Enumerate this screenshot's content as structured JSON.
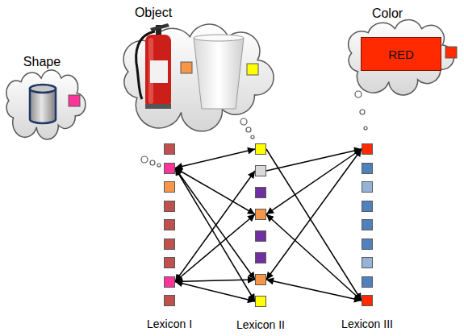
{
  "diagram": {
    "nodes": [
      {
        "text": [
          "Shape"
        ]
      },
      {
        "text": [
          "Object"
        ]
      },
      {
        "text": [
          "Color"
        ]
      },
      {
        "text": [
          "RED"
        ],
        "in": 2
      },
      {
        "text": [
          "Lexicon I"
        ]
      },
      {
        "text": [
          "Lexicon II"
        ]
      },
      {
        "text": [
          "Lexicon III"
        ]
      }
    ],
    "edges": [
      {
        "from": 4,
        "to": 5,
        "arrow": "both"
      },
      {
        "from": 4,
        "to": 5,
        "arrow": "both"
      },
      {
        "from": 4,
        "to": 5,
        "arrow": "both"
      },
      {
        "from": 4,
        "to": 5,
        "arrow": "both"
      },
      {
        "from": 4,
        "to": 5,
        "arrow": "both"
      },
      {
        "from": 4,
        "to": 5,
        "arrow": "both"
      },
      {
        "from": 4,
        "to": 5,
        "arrow": "both"
      },
      {
        "from": 4,
        "to": 5,
        "arrow": "both"
      },
      {
        "from": 5,
        "to": 6,
        "arrow": "both"
      },
      {
        "from": 5,
        "to": 6,
        "arrow": "both"
      },
      {
        "from": 5,
        "to": 6,
        "arrow": "to"
      },
      {
        "from": 5,
        "to": 6,
        "arrow": "both"
      },
      {
        "from": 5,
        "to": 6,
        "arrow": "both"
      },
      {
        "from": 5,
        "to": 6,
        "arrow": "to"
      }
    ]
  }
}
